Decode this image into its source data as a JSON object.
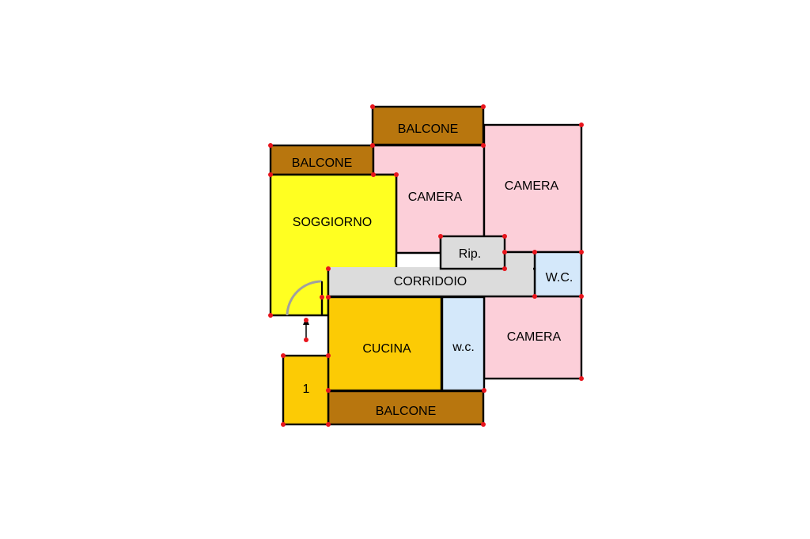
{
  "colors": {
    "balcony": "#b8760e",
    "bedroom": "#fccfd9",
    "living": "#ffff21",
    "kitchen": "#fccb05",
    "bathroom": "#d4e8fa",
    "service": "#dcdcdc",
    "wall": "#000000",
    "vertex": "#e8141c"
  },
  "rooms": {
    "balcone_top": "BALCONE",
    "balcone_left": "BALCONE",
    "balcone_bottom": "BALCONE",
    "camera_center": "CAMERA",
    "camera_right": "CAMERA",
    "camera_bottom": "CAMERA",
    "soggiorno": "SOGGIORNO",
    "ripostiglio": "Rip.",
    "corridoio": "CORRIDOIO",
    "wc_right": "W.C.",
    "wc_center": "w.c.",
    "cucina": "CUCINA",
    "storage": "1"
  },
  "icons": {
    "entrance": "arrow-up-icon",
    "door": "door-swing-icon"
  }
}
